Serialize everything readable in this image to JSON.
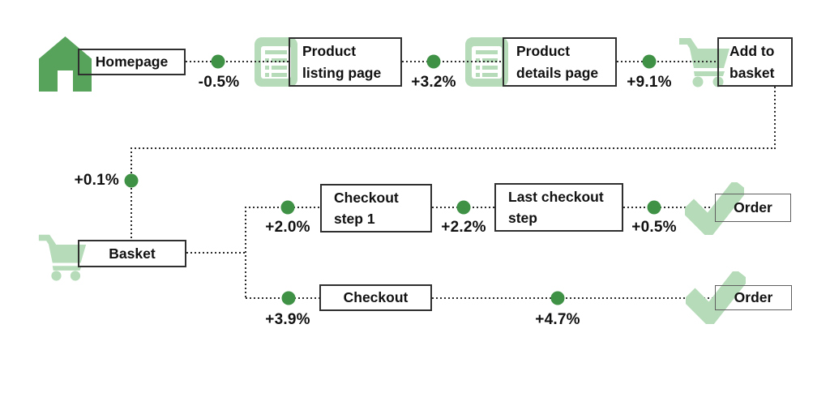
{
  "diagram_title": "E-commerce funnel flow with step-change percentages",
  "colors": {
    "green_dark": "#3f9146",
    "green_house": "#57a35c",
    "green_pale": "#b5dbb8",
    "line": "#2b2b2b",
    "box_border": "#2f2f2f"
  },
  "nodes": {
    "homepage": {
      "label": "Homepage"
    },
    "product_listing": {
      "label": "Product\nlisting page"
    },
    "product_details": {
      "label": "Product\ndetails page"
    },
    "add_to_basket": {
      "label": "Add to\nbasket"
    },
    "basket": {
      "label": "Basket"
    },
    "checkout_step_1": {
      "label": "Checkout\nstep 1"
    },
    "last_checkout_step": {
      "label": "Last checkout\nstep"
    },
    "order_top": {
      "label": "Order"
    },
    "checkout": {
      "label": "Checkout"
    },
    "order_bottom": {
      "label": "Order"
    }
  },
  "deltas": {
    "homepage_to_listing": {
      "label": "-0.5%"
    },
    "listing_to_details": {
      "label": "+3.2%"
    },
    "details_to_add_to_basket": {
      "label": "+9.1%"
    },
    "add_to_basket_to_basket": {
      "label": "+0.1%"
    },
    "basket_to_checkout_step_1": {
      "label": "+2.0%"
    },
    "checkout_step_1_to_last": {
      "label": "+2.2%"
    },
    "last_to_order": {
      "label": "+0.5%"
    },
    "basket_to_checkout": {
      "label": "+3.9%"
    },
    "checkout_to_order": {
      "label": "+4.7%"
    }
  },
  "icons": {
    "homepage": "home-icon",
    "product_pages": "list-page-icon",
    "carts": "shopping-cart-icon",
    "orders": "checkmark-icon"
  }
}
